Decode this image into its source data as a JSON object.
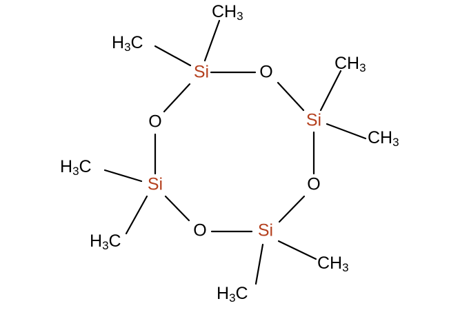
{
  "molecule": {
    "colors": {
      "silicon": "#b5411f",
      "oxygen": "#000000",
      "carbon": "#000000",
      "bond": "#000000"
    },
    "atoms": {
      "si_top": "Si",
      "si_right": "Si",
      "si_bottom": "Si",
      "si_left": "Si",
      "o_top_right": "O",
      "o_right_bottom": "O",
      "o_bottom_left": "O",
      "o_left_top": "O"
    },
    "methyls": {
      "si_top_up": {
        "main": "CH",
        "sub": "3"
      },
      "si_top_left": {
        "pre": "H",
        "sub": "3",
        "main": "C"
      },
      "si_right_up": {
        "main": "CH",
        "sub": "3"
      },
      "si_right_down": {
        "main": "CH",
        "sub": "3"
      },
      "si_bottom_right": {
        "main": "CH",
        "sub": "3"
      },
      "si_bottom_down": {
        "pre": "H",
        "sub": "3",
        "main": "C"
      },
      "si_left_left": {
        "pre": "H",
        "sub": "3",
        "main": "C"
      },
      "si_left_down": {
        "pre": "H",
        "sub": "3",
        "main": "C"
      }
    }
  }
}
